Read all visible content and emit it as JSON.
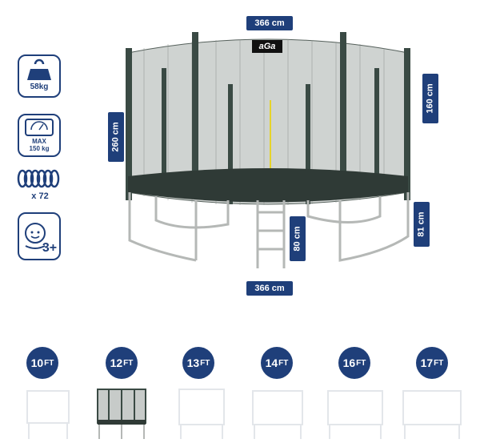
{
  "brand": {
    "logo_text": "aGa"
  },
  "features": {
    "weight": "58kg",
    "max_load_label": "MAX",
    "max_load_value": "150 kg",
    "springs": "x 72",
    "age": "3+"
  },
  "dimensions": {
    "top_width": "366 cm",
    "bottom_width": "366 cm",
    "total_height": "260 cm",
    "net_height": "160 cm",
    "frame_height": "81 cm",
    "ladder_height": "80 cm"
  },
  "sizes": [
    {
      "num": "10",
      "unit": "FT"
    },
    {
      "num": "12",
      "unit": "FT"
    },
    {
      "num": "13",
      "unit": "FT"
    },
    {
      "num": "14",
      "unit": "FT"
    },
    {
      "num": "16",
      "unit": "FT"
    },
    {
      "num": "17",
      "unit": "FT"
    }
  ],
  "colors": {
    "accent": "#1f3f7a",
    "frame_green": "#3a4a44",
    "net": "#55605b"
  }
}
